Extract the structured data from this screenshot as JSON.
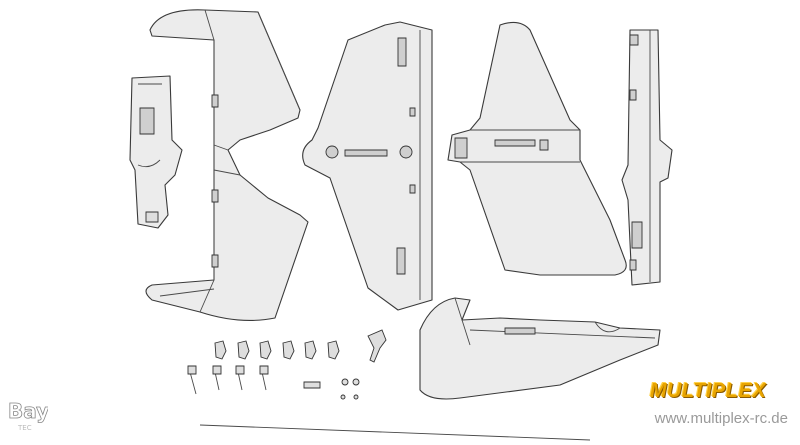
{
  "brand": {
    "logo": "MULTIPLEX",
    "website": "www.multiplex-rc.de",
    "watermark_main": "Bay",
    "watermark_sub": "TEC",
    "logo_color": "#e8a400",
    "website_color": "#9a9a9a"
  },
  "image": {
    "subject": "exploded view of RC flying-wing foam kit parts",
    "background": "#ffffff",
    "part_fill": "#ececec",
    "line_color": "#3a3a3a"
  }
}
